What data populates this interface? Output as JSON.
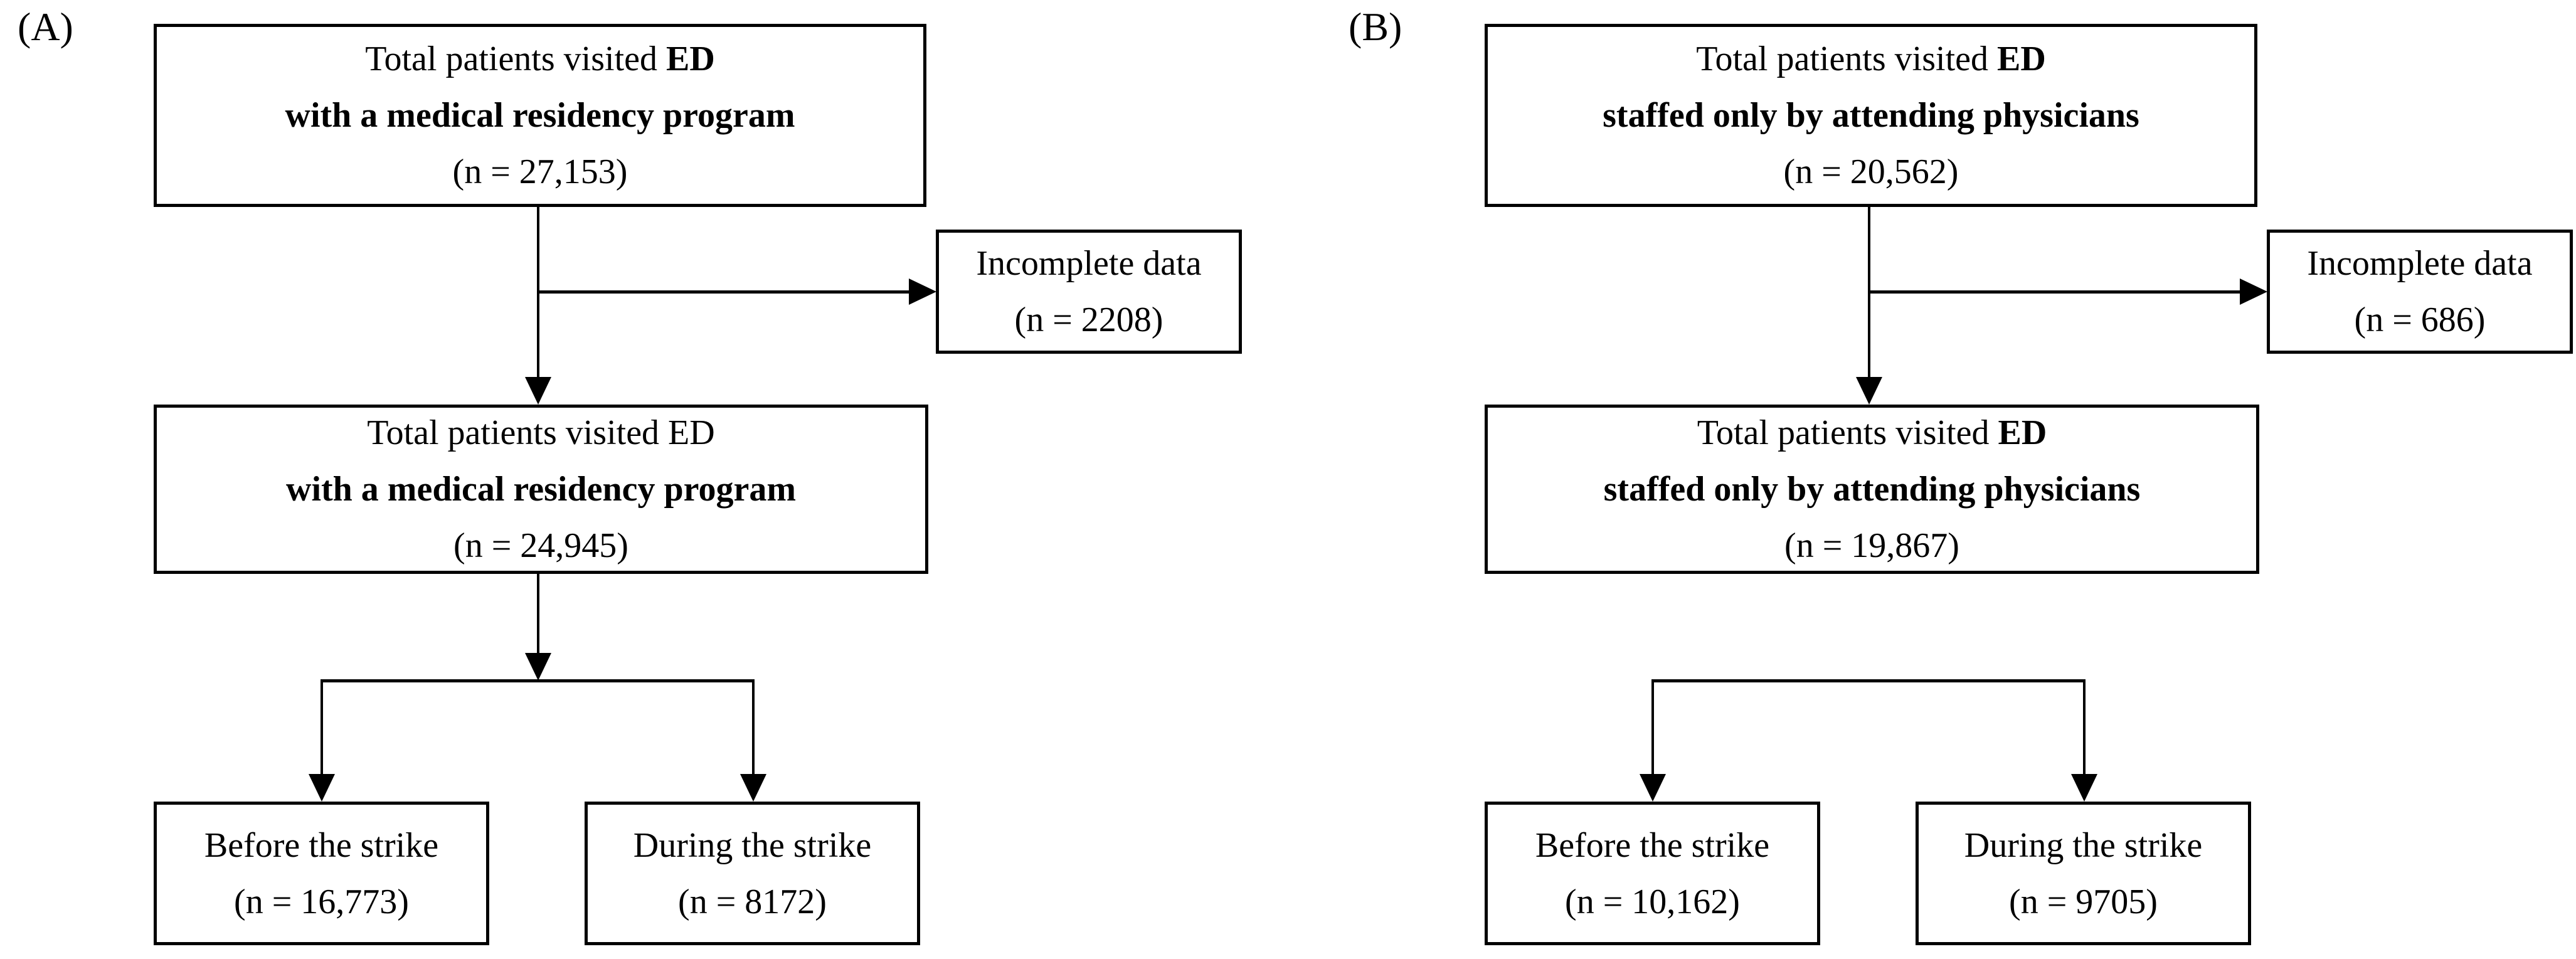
{
  "figure": {
    "colors": {
      "background": "#ffffff",
      "line": "#000000",
      "text": "#000000"
    },
    "panels": [
      {
        "label": "(A)",
        "box1": {
          "l1pre": "Total patients visited ",
          "l1bold": "ED",
          "l2bold": "with a medical residency program",
          "l3": "(n = 27,153)"
        },
        "excluded": {
          "l1": "Incomplete data",
          "l2": "(n = 2208)"
        },
        "box2": {
          "l1pre": "Total patients visited ED",
          "l1bold": "",
          "l2bold": "with a medical residency program",
          "l3": "(n = 24,945)"
        },
        "before": {
          "l1": "Before the strike",
          "l2": "(n = 16,773)"
        },
        "during": {
          "l1": "During the strike",
          "l2": "(n = 8172)"
        }
      },
      {
        "label": "(B)",
        "box1": {
          "l1pre": "Total patients visited ",
          "l1bold": "ED",
          "l2bold": "staffed only by attending physicians",
          "l3": "(n = 20,562)"
        },
        "excluded": {
          "l1": "Incomplete data",
          "l2": "(n = 686)"
        },
        "box2": {
          "l1pre": "Total patients visited ",
          "l1bold": "ED",
          "l2bold": "staffed only by attending physicians",
          "l3": "(n = 19,867)"
        },
        "before": {
          "l1": "Before the strike",
          "l2": "(n = 10,162)"
        },
        "during": {
          "l1": "During the strike",
          "l2": "(n = 9705)"
        }
      }
    ]
  }
}
